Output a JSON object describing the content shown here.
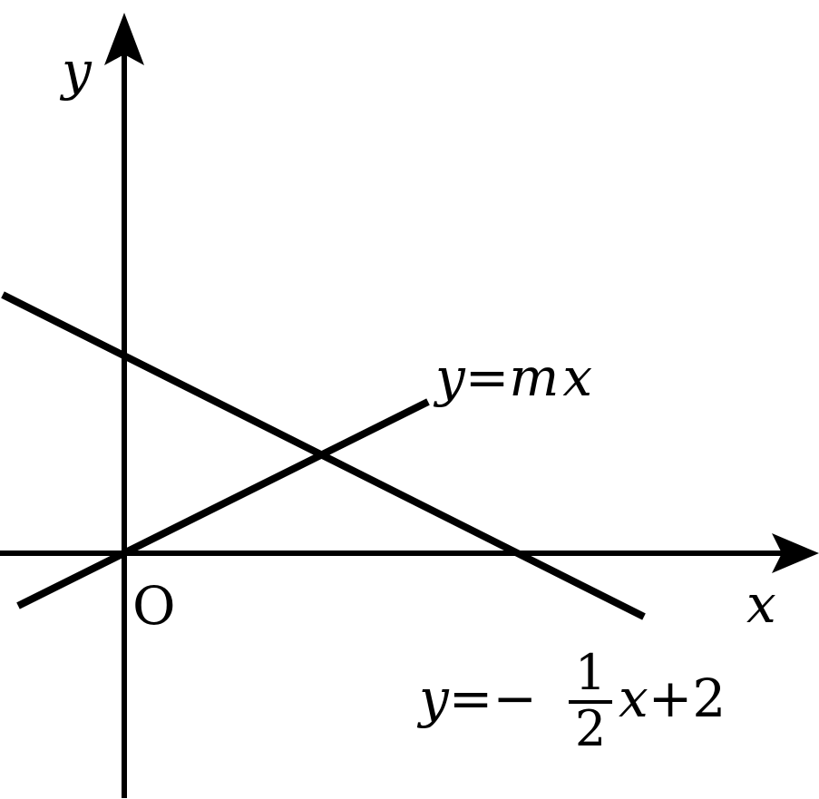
{
  "diagram": {
    "axis_x_label": "x",
    "axis_y_label": "y",
    "origin_label": "O",
    "line_a": {
      "lhs": "y",
      "eq": "=",
      "m": "m",
      "x": "x"
    },
    "line_b": {
      "lhs": "y",
      "eq": "=",
      "minus": "−",
      "numerator": "1",
      "denominator": "2",
      "x": "x",
      "plus": "+",
      "constant": "2"
    },
    "stroke_color": "#000000"
  }
}
